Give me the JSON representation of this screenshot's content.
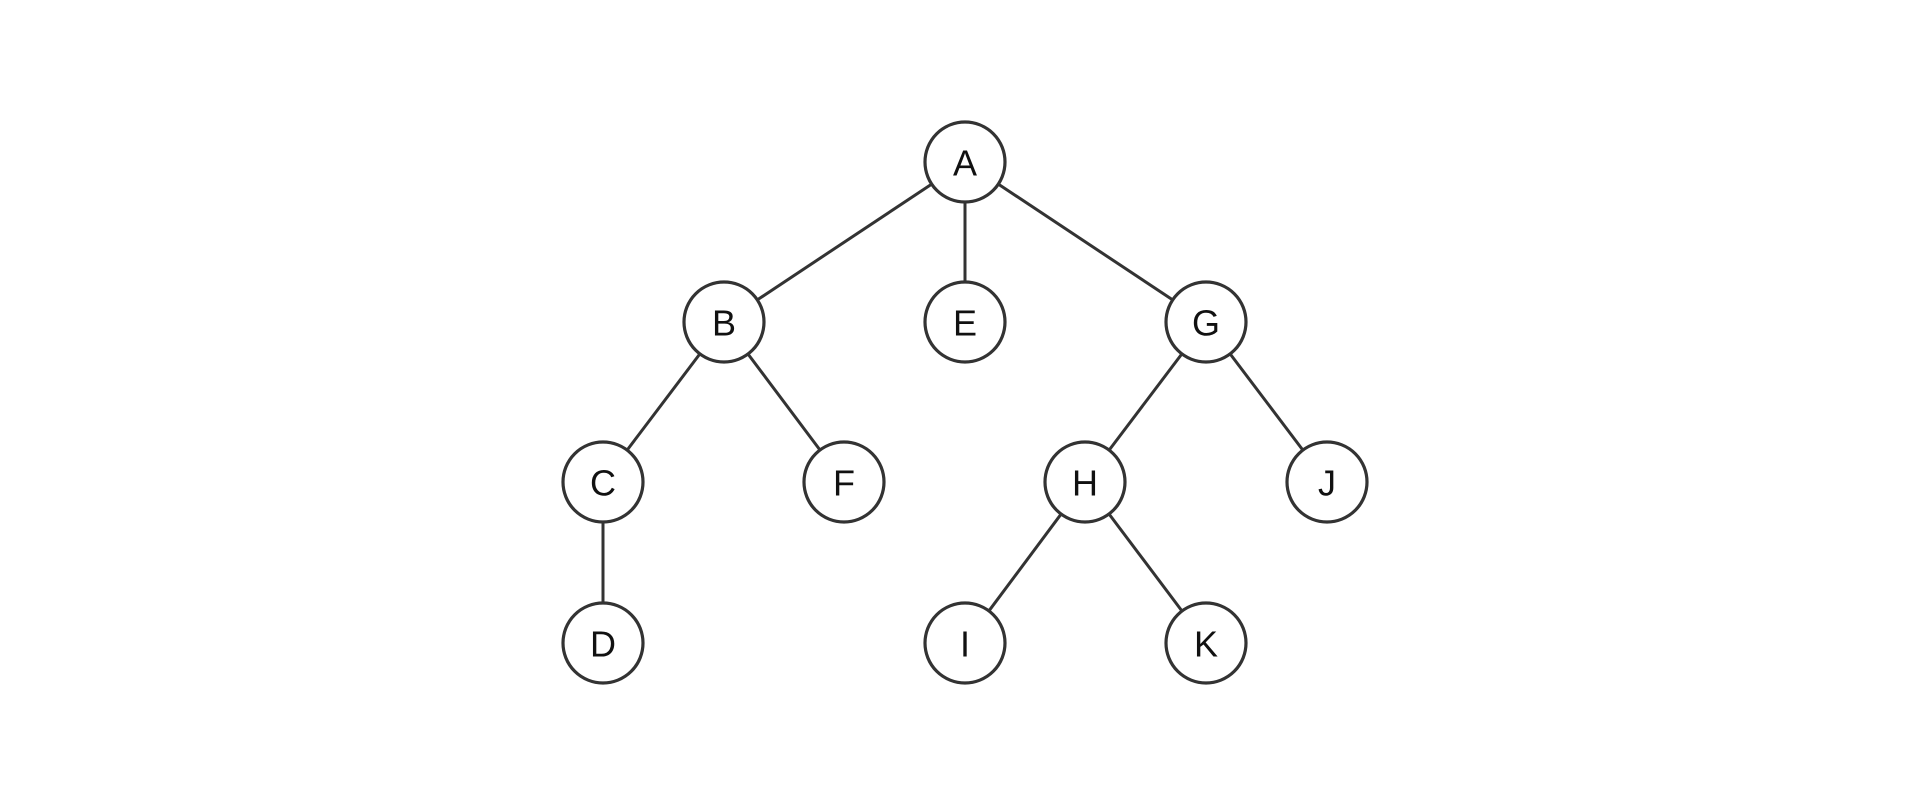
{
  "tree": {
    "nodes": [
      {
        "id": "A",
        "label": "A"
      },
      {
        "id": "B",
        "label": "B"
      },
      {
        "id": "E",
        "label": "E"
      },
      {
        "id": "G",
        "label": "G"
      },
      {
        "id": "C",
        "label": "C"
      },
      {
        "id": "F",
        "label": "F"
      },
      {
        "id": "H",
        "label": "H"
      },
      {
        "id": "J",
        "label": "J"
      },
      {
        "id": "D",
        "label": "D"
      },
      {
        "id": "I",
        "label": "I"
      },
      {
        "id": "K",
        "label": "K"
      }
    ],
    "edges": [
      {
        "from": "A",
        "to": "B"
      },
      {
        "from": "A",
        "to": "E"
      },
      {
        "from": "A",
        "to": "G"
      },
      {
        "from": "B",
        "to": "C"
      },
      {
        "from": "B",
        "to": "F"
      },
      {
        "from": "C",
        "to": "D"
      },
      {
        "from": "G",
        "to": "H"
      },
      {
        "from": "G",
        "to": "J"
      },
      {
        "from": "H",
        "to": "I"
      },
      {
        "from": "H",
        "to": "K"
      }
    ],
    "colors": {
      "stroke": "#333333",
      "node_fill": "#ffffff",
      "label": "#111111"
    }
  }
}
